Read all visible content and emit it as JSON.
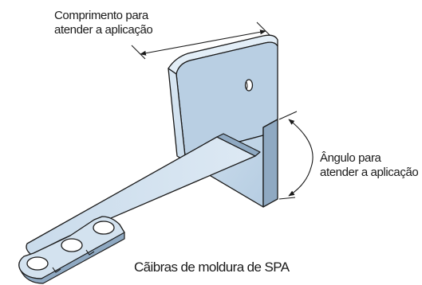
{
  "labels": {
    "length": {
      "line1": "Comprimento para",
      "line2": "atender a aplicação"
    },
    "angle": {
      "line1": "Ângulo para",
      "line2": "atender a aplicação"
    },
    "caption": "Cãibras de moldura de SPA"
  },
  "colors": {
    "metal_face": "#c7d9ea",
    "metal_light": "#dde9f4",
    "metal_dark": "#8fa9c2",
    "outline": "#1a1a1a"
  }
}
